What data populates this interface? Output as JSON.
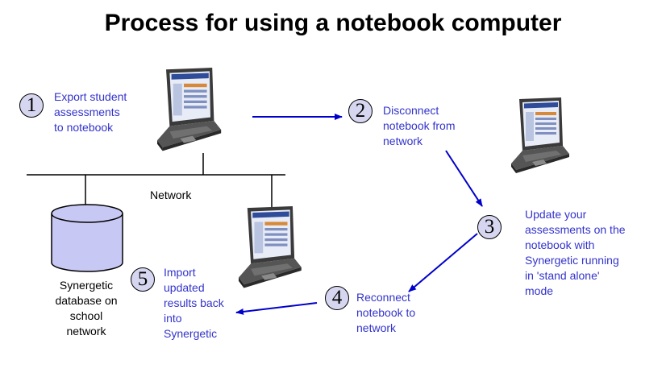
{
  "title": "Process for using a notebook computer",
  "network_label": "Network",
  "database_label": "Synergetic\ndatabase on\nschool\nnetwork",
  "steps": [
    {
      "number": "1",
      "text": "Export student\nassessments\nto notebook"
    },
    {
      "number": "2",
      "text": "Disconnect\nnotebook from\nnetwork"
    },
    {
      "number": "3",
      "text": "Update your\nassessments on the\nnotebook with\nSynergetic running\nin 'stand alone'\nmode"
    },
    {
      "number": "4",
      "text": "Reconnect\nnotebook to\nnetwork"
    },
    {
      "number": "5",
      "text": "Import\nupdated\nresults back\ninto\nSynergetic"
    }
  ],
  "colors": {
    "step_text": "#3333cc",
    "arrow": "#0000cc",
    "circle_fill": "#d6d6f0",
    "database_fill": "#c8c8f4"
  },
  "icons": [
    "laptop-icon",
    "database-icon"
  ]
}
